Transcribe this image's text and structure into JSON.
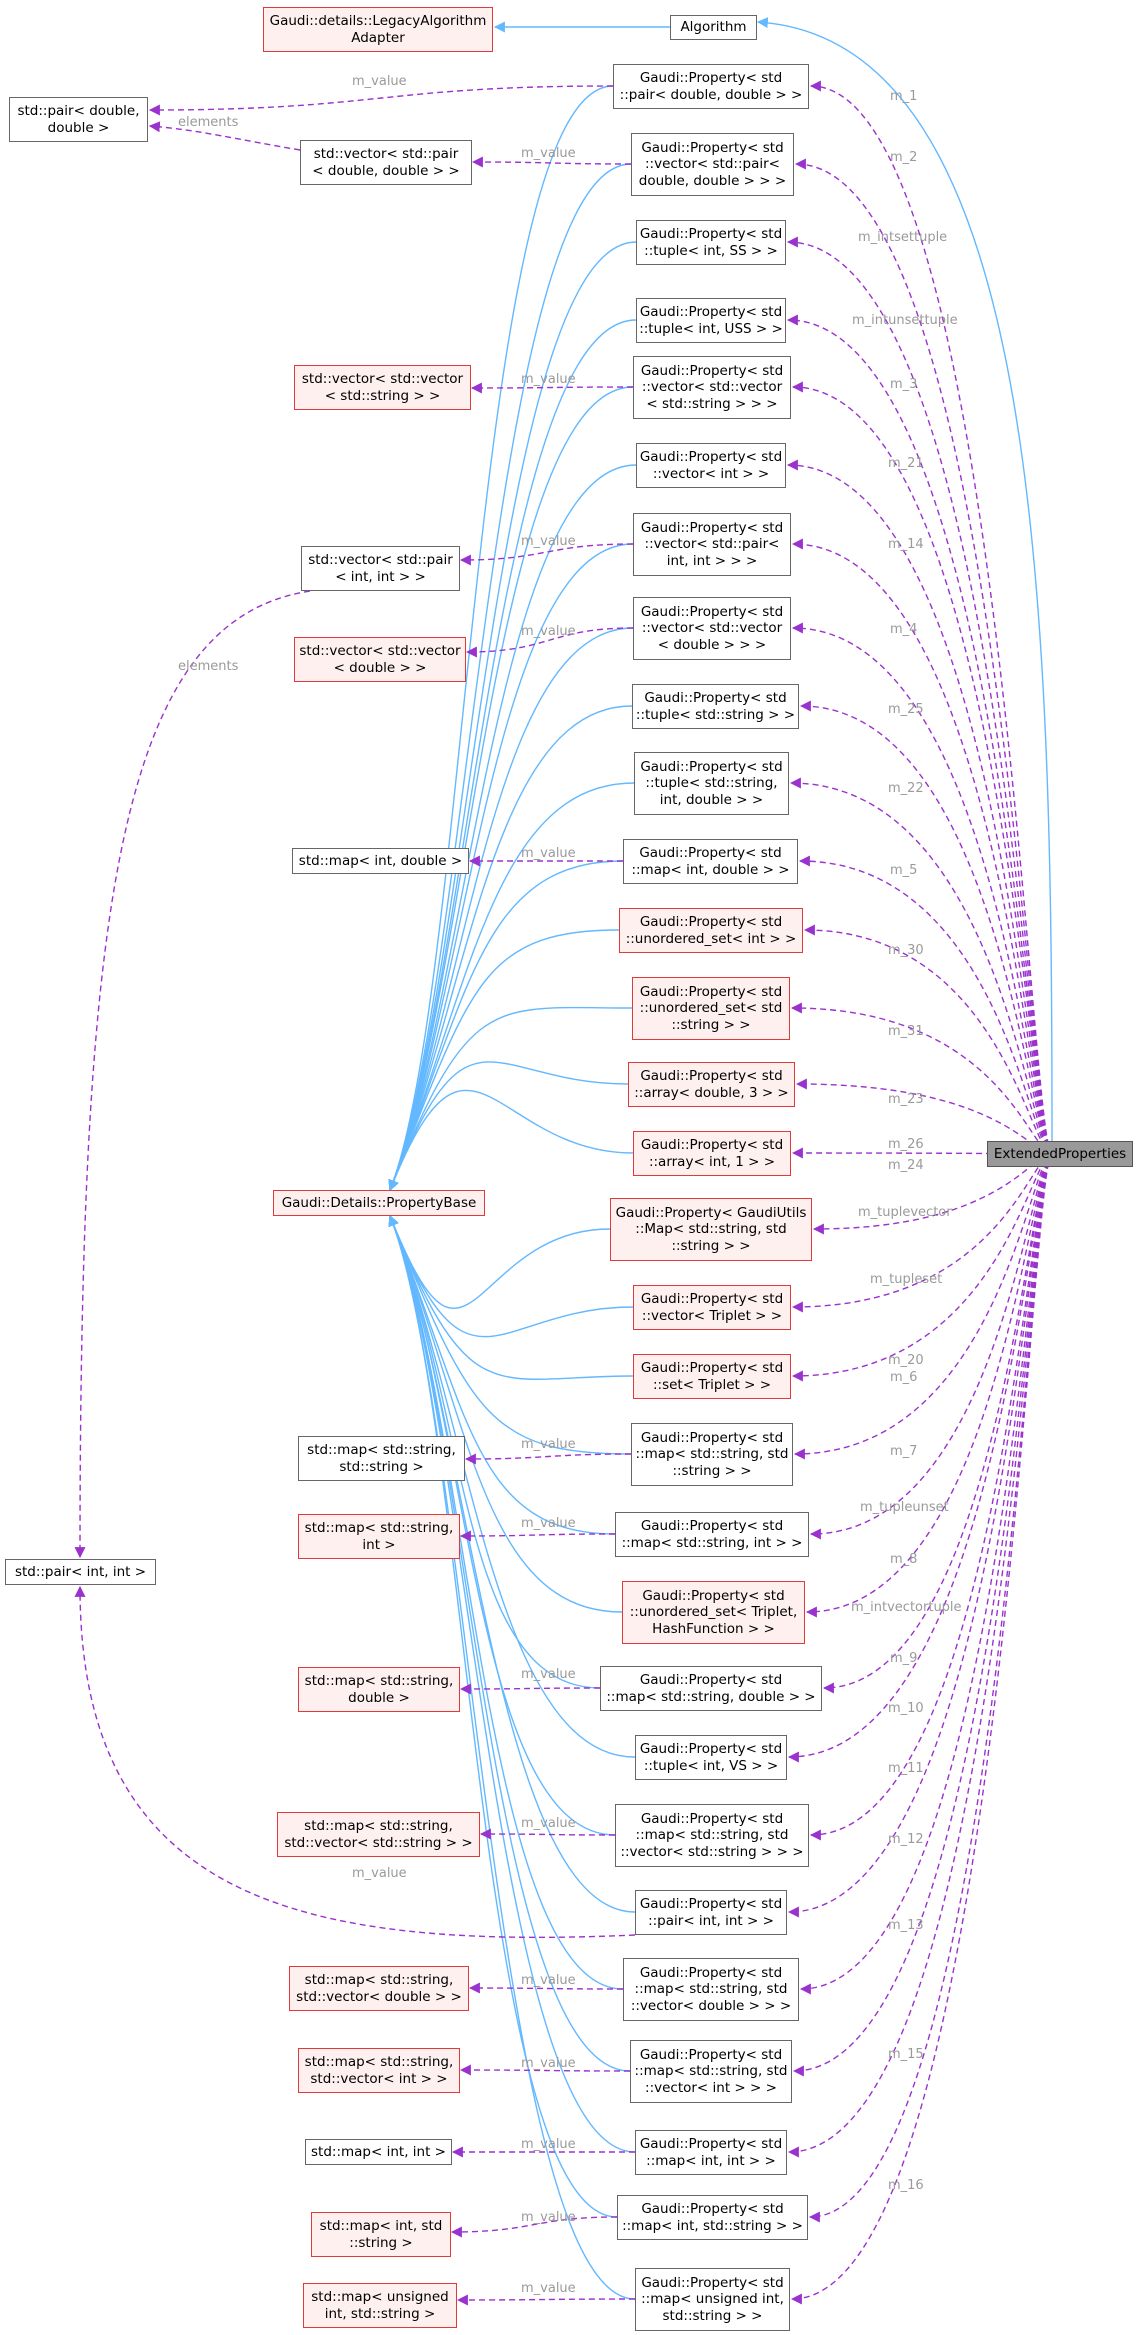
{
  "colors": {
    "inherit": "#63b8ff",
    "member": "#9a32cd",
    "normal_border": "#666666",
    "red_border": "#e23a3a",
    "red_fill": "#fff0f0",
    "root_fill": "#999999",
    "label": "#9a9a9a"
  },
  "nodes": {
    "legacy": "Gaudi::details::LegacyAlgorithm\nAdapter",
    "algorithm": "Algorithm",
    "pair_dd": "std::pair< double,\ndouble >",
    "vec_pair_dd": "std::vector< std::pair\n< double, double > >",
    "vec_vec_str": "std::vector< std::vector\n< std::string > >",
    "vec_pair_ii": "std::vector< std::pair\n< int, int > >",
    "vec_vec_d": "std::vector< std::vector\n< double > >",
    "map_id": "std::map< int, double >",
    "propbase": "Gaudi::Details::PropertyBase",
    "pair_ii": "std::pair< int, int >",
    "map_ss": "std::map< std::string,\nstd::string >",
    "map_si": "std::map< std::string,\nint >",
    "map_sd": "std::map< std::string,\ndouble >",
    "map_svs": "std::map< std::string,\nstd::vector< std::string > >",
    "map_svd": "std::map< std::string,\nstd::vector< double > >",
    "map_svi": "std::map< std::string,\nstd::vector< int > >",
    "map_ii": "std::map< int, int >",
    "map_is": "std::map< int, std\n::string >",
    "map_uis": "std::map< unsigned\nint, std::string >",
    "p_pair_dd": "Gaudi::Property< std\n::pair< double, double > >",
    "p_vec_pair_dd": "Gaudi::Property< std\n::vector< std::pair<\ndouble, double > > >",
    "p_tuple_iss": "Gaudi::Property< std\n::tuple< int, SS > >",
    "p_tuple_iuss": "Gaudi::Property< std\n::tuple< int, USS > >",
    "p_vec_vec_str": "Gaudi::Property< std\n::vector< std::vector\n< std::string > > >",
    "p_vec_int": "Gaudi::Property< std\n::vector< int > >",
    "p_vec_pair_ii": "Gaudi::Property< std\n::vector< std::pair<\nint, int > > >",
    "p_vec_vec_d": "Gaudi::Property< std\n::vector< std::vector\n< double > > >",
    "p_tuple_str": "Gaudi::Property< std\n::tuple< std::string > >",
    "p_tuple_sid": "Gaudi::Property< std\n::tuple< std::string,\nint, double > >",
    "p_map_id": "Gaudi::Property< std\n::map< int, double > >",
    "p_uset_int": "Gaudi::Property< std\n::unordered_set< int > >",
    "p_uset_str": "Gaudi::Property< std\n::unordered_set< std\n::string > >",
    "p_arr_d3": "Gaudi::Property< std\n::array< double, 3 > >",
    "p_arr_i1": "Gaudi::Property< std\n::array< int, 1 > >",
    "p_gu_map": "Gaudi::Property< GaudiUtils\n::Map< std::string, std\n::string > >",
    "p_vec_triplet": "Gaudi::Property< std\n::vector< Triplet > >",
    "p_set_triplet": "Gaudi::Property< std\n::set< Triplet > >",
    "p_map_ss": "Gaudi::Property< std\n::map< std::string, std\n::string > >",
    "p_map_si": "Gaudi::Property< std\n::map< std::string, int > >",
    "p_uset_triplet": "Gaudi::Property< std\n::unordered_set< Triplet,\nHashFunction > >",
    "p_map_sd": "Gaudi::Property< std\n::map< std::string, double > >",
    "p_tuple_ivs": "Gaudi::Property< std\n::tuple< int, VS > >",
    "p_map_svs": "Gaudi::Property< std\n::map< std::string, std\n::vector< std::string > > >",
    "p_pair_ii": "Gaudi::Property< std\n::pair< int, int > >",
    "p_map_svd": "Gaudi::Property< std\n::map< std::string, std\n::vector< double > > >",
    "p_map_svi": "Gaudi::Property< std\n::map< std::string, std\n::vector< int > > >",
    "p_map_ii": "Gaudi::Property< std\n::map< int, int > >",
    "p_map_is": "Gaudi::Property< std\n::map< int, std::string > >",
    "p_map_uis": "Gaudi::Property< std\n::map< unsigned int,\nstd::string > >",
    "extended": "ExtendedProperties"
  },
  "labels": {
    "m_value": "m_value",
    "elements": "elements",
    "m_1": "m_1",
    "m_2": "m_2",
    "m_intsettuple": "m_intsettuple",
    "m_intunsettuple": "m_intunsettuple",
    "m_3": "m_3",
    "m_21": "m_21",
    "m_14": "m_14",
    "m_4": "m_4",
    "m_25": "m_25",
    "m_22": "m_22",
    "m_5": "m_5",
    "m_30": "m_30",
    "m_31": "m_31",
    "m_23": "m_23",
    "m_26": "m_26",
    "m_24": "m_24",
    "m_tuplevector": "m_tuplevector",
    "m_tupleset": "m_tupleset",
    "m_20": "m_20",
    "m_6": "m_6",
    "m_7": "m_7",
    "m_tupleunset": "m_tupleunset",
    "m_8": "m_8",
    "m_intvectortuple": "m_intvectortuple",
    "m_9": "m_9",
    "m_10": "m_10",
    "m_11": "m_11",
    "m_12": "m_12",
    "m_13": "m_13",
    "m_15": "m_15",
    "m_16": "m_16"
  }
}
